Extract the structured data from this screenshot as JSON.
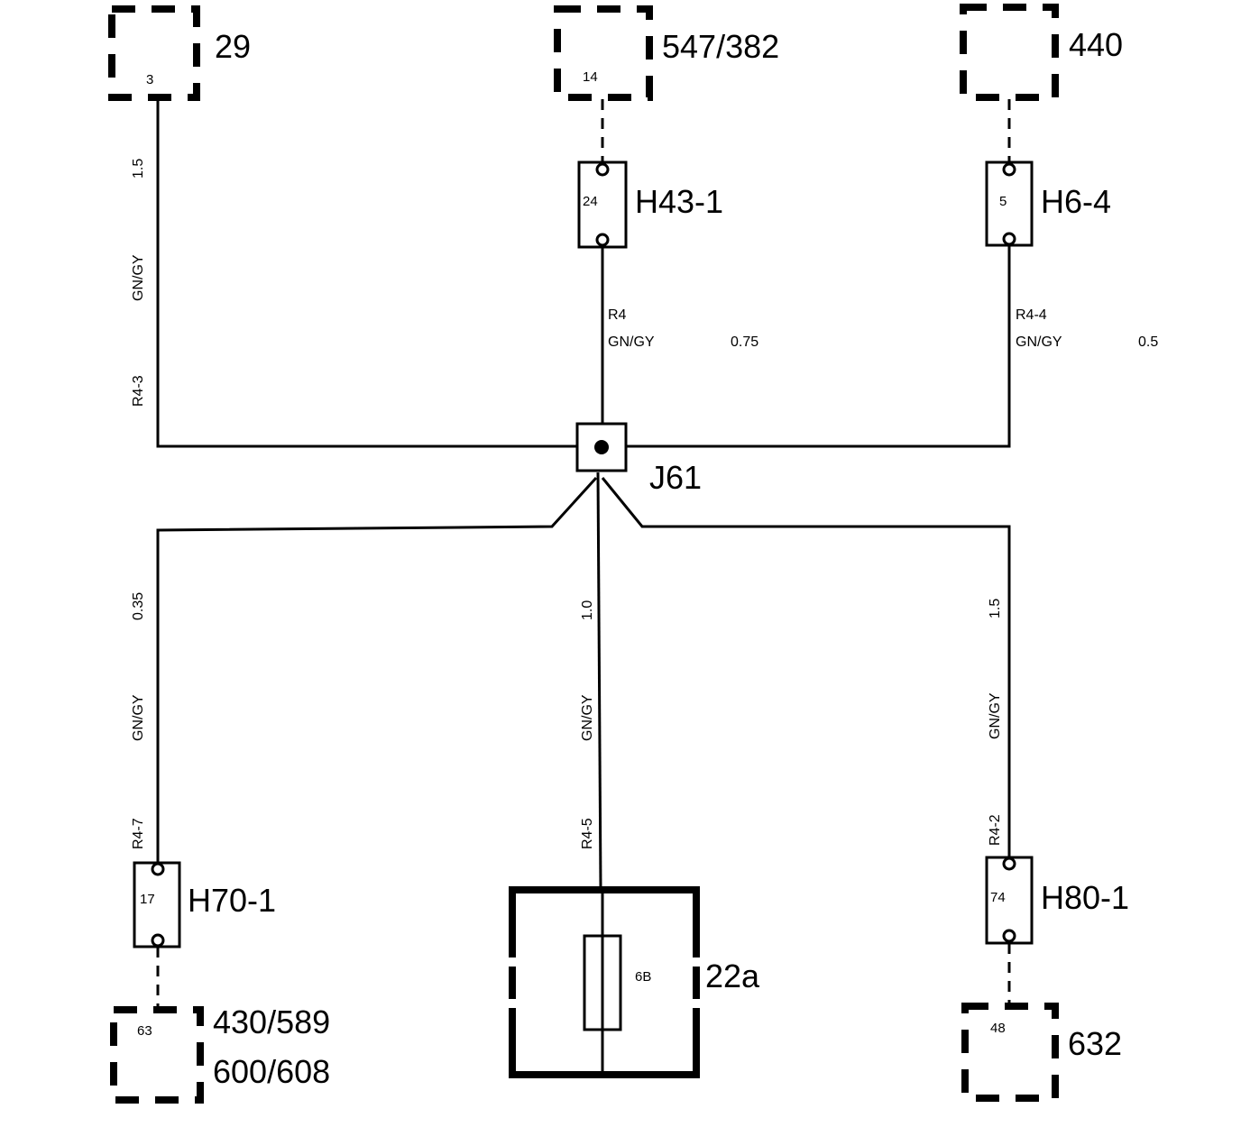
{
  "components": {
    "c29": {
      "label": "29",
      "pin": "3"
    },
    "c547": {
      "label": "547/382",
      "pin": "14"
    },
    "c440": {
      "label": "440"
    },
    "c430": {
      "label_line1": "430/589",
      "label_line2": "600/608",
      "pin": "63"
    },
    "c632": {
      "label": "632",
      "pin": "48"
    },
    "c22a": {
      "label": "22a",
      "fuse": "6B"
    }
  },
  "connectors": {
    "h43": {
      "label": "H43-1",
      "pin": "24"
    },
    "h6": {
      "label": "H6-4",
      "pin": "5"
    },
    "h70": {
      "label": "H70-1",
      "pin": "17"
    },
    "h80": {
      "label": "H80-1",
      "pin": "74"
    }
  },
  "junction": {
    "label": "J61"
  },
  "wires": {
    "r43": {
      "id": "R4-3",
      "color": "GN/GY",
      "size": "1.5"
    },
    "r4": {
      "id": "R4",
      "color": "GN/GY",
      "size": "0.75"
    },
    "r44": {
      "id": "R4-4",
      "color": "GN/GY",
      "size": "0.5"
    },
    "r47": {
      "id": "R4-7",
      "color": "GN/GY",
      "size": "0.35"
    },
    "r45": {
      "id": "R4-5",
      "color": "GN/GY",
      "size": "1.0"
    },
    "r42": {
      "id": "R4-2",
      "color": "GN/GY",
      "size": "1.5"
    }
  }
}
